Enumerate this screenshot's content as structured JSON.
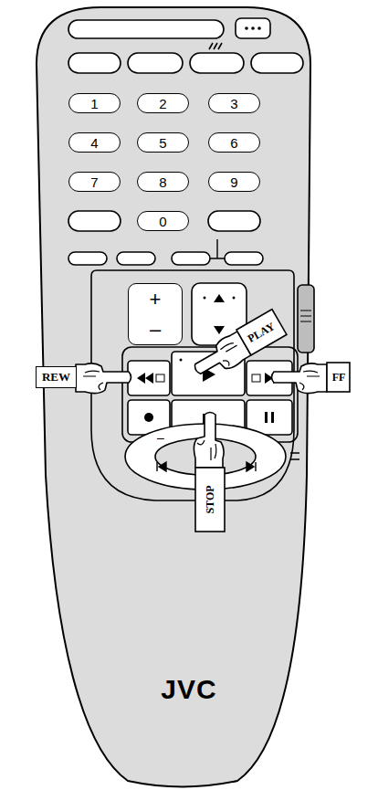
{
  "diagram": {
    "nodes": [
      {
        "text": [
          "JVC"
        ]
      },
      {
        "text": [
          "1"
        ],
        "in": 0
      },
      {
        "text": [
          "2"
        ],
        "in": 0
      },
      {
        "text": [
          "3"
        ],
        "in": 0
      },
      {
        "text": [
          "4"
        ],
        "in": 0
      },
      {
        "text": [
          "5"
        ],
        "in": 0
      },
      {
        "text": [
          "6"
        ],
        "in": 0
      },
      {
        "text": [
          "7"
        ],
        "in": 0
      },
      {
        "text": [
          "8"
        ],
        "in": 0
      },
      {
        "text": [
          "9"
        ],
        "in": 0
      },
      {
        "text": [
          "0"
        ],
        "in": 0
      },
      {
        "text": [
          "+",
          "–"
        ],
        "in": 0
      },
      {
        "text": [
          "REW"
        ]
      }
    ],
    "labels": [
      "PLAY",
      "FF",
      "STOP",
      "–"
    ]
  }
}
